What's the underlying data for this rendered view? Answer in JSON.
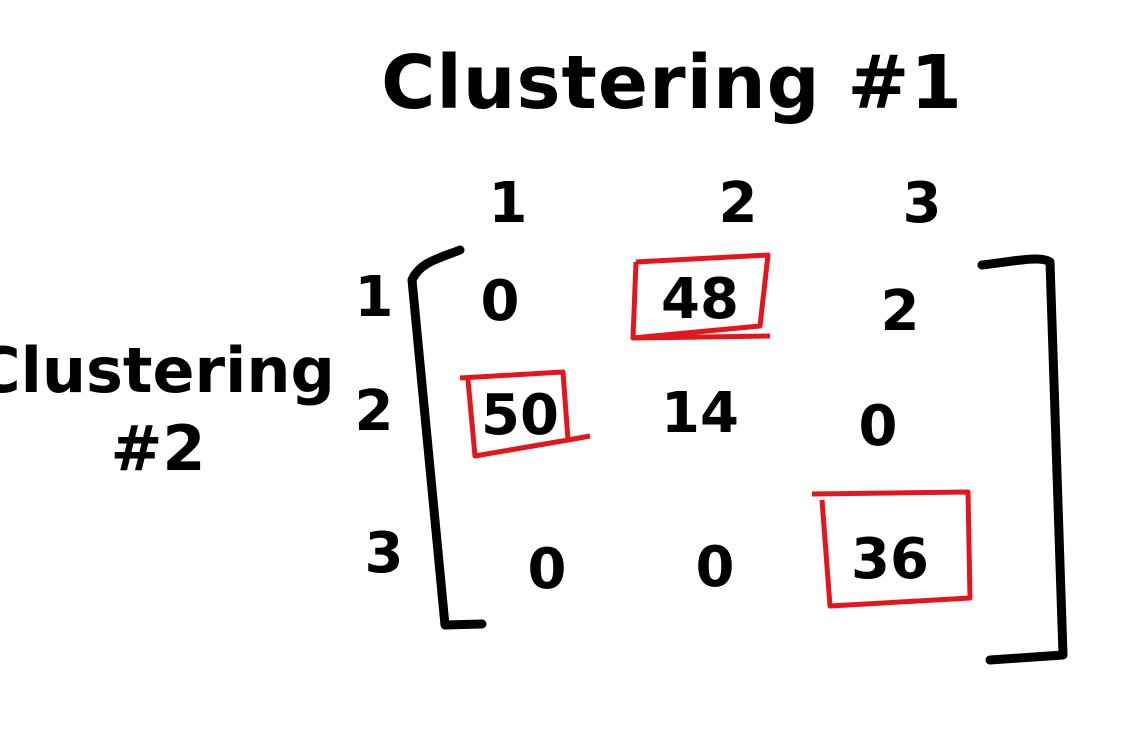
{
  "title": "Clustering #1",
  "side_label": {
    "line1": "Clustering",
    "line2": "#2"
  },
  "column_labels": [
    "1",
    "2",
    "3"
  ],
  "row_labels": [
    "1",
    "2",
    "3"
  ],
  "matrix": [
    [
      "0",
      "48",
      "2"
    ],
    [
      "50",
      "14",
      "0"
    ],
    [
      "0",
      "0",
      "36"
    ]
  ],
  "highlighted_cells": [
    {
      "row": 0,
      "col": 1
    },
    {
      "row": 1,
      "col": 0
    },
    {
      "row": 2,
      "col": 2
    }
  ],
  "colors": {
    "ink": "#000000",
    "highlight": "#e3161b",
    "background": "#ffffff"
  }
}
